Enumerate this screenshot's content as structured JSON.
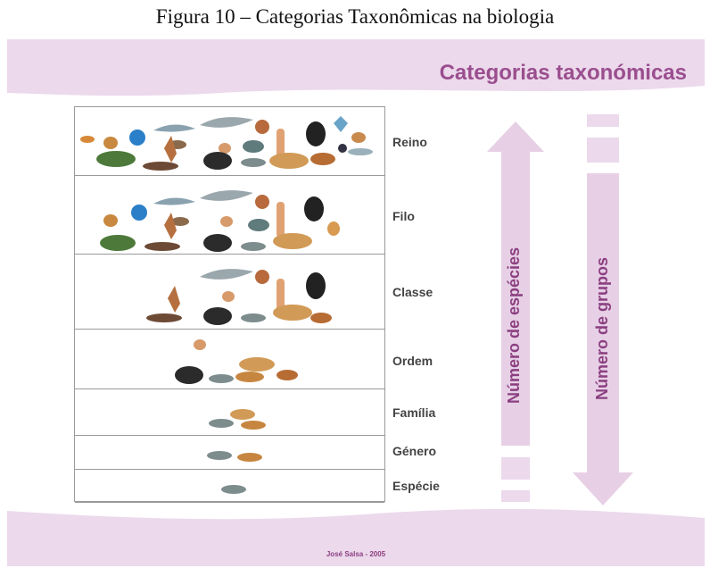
{
  "figure_caption": "Figura 10 – Categorias Taxonômicas na biologia",
  "slide_title": "Categorias taxonómicas",
  "ranks": [
    "Reino",
    "Filo",
    "Classe",
    "Ordem",
    "Família",
    "Género",
    "Espécie"
  ],
  "arrow_up_label": "Número de espécies",
  "arrow_down_label": "Número de grupos",
  "credit": "José Salsa - 2005",
  "colors": {
    "accent": "#9a4e8e",
    "arrow_fill": "#e7d0e6",
    "band_fill": "#ecd9ec"
  }
}
